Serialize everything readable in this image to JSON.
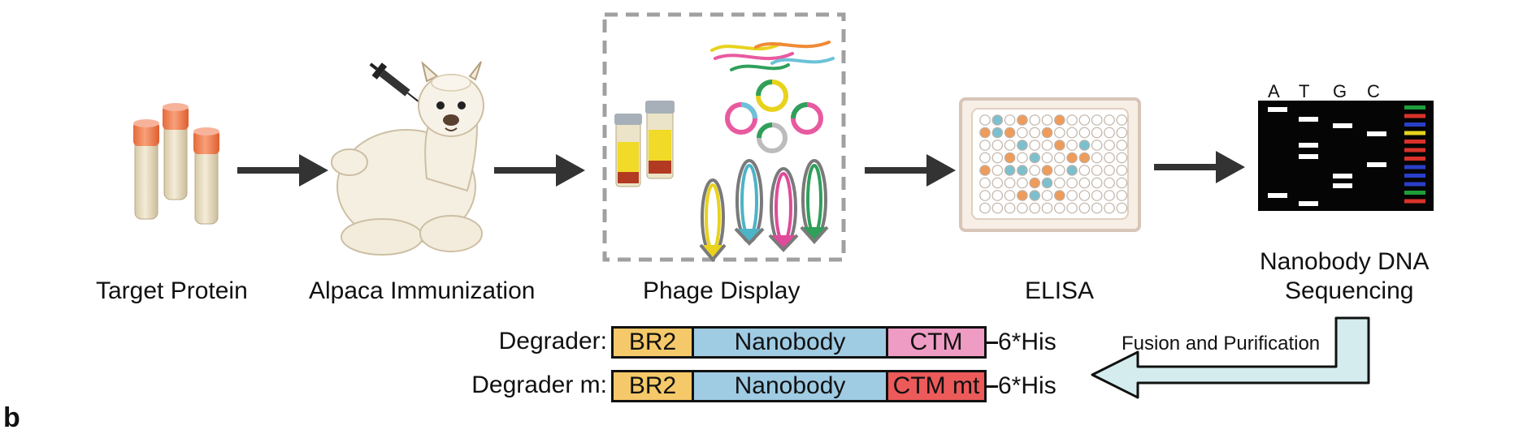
{
  "steps": [
    {
      "label": "Target Protein"
    },
    {
      "label": "Alpaca Immunization"
    },
    {
      "label": "Phage Display"
    },
    {
      "label": "ELISA"
    },
    {
      "label_line1": "Nanobody DNA",
      "label_line2": "Sequencing"
    }
  ],
  "gel": {
    "lane_labels": [
      "A",
      "T",
      "G",
      "C"
    ]
  },
  "constructs": [
    {
      "name": "Degrader:",
      "segments": [
        {
          "label": "BR2",
          "color": "#f5c96a"
        },
        {
          "label": "Nanobody",
          "color": "#9fcbe3"
        },
        {
          "label": "CTM",
          "color": "#ef9cc4"
        }
      ],
      "tag": "6*His"
    },
    {
      "name": "Degrader m:",
      "segments": [
        {
          "label": "BR2",
          "color": "#f5c96a"
        },
        {
          "label": "Nanobody",
          "color": "#9fcbe3"
        },
        {
          "label": "CTM mt",
          "color": "#ec5a5a"
        }
      ],
      "tag": "6*His"
    }
  ],
  "fusion_arrow": {
    "label": "Fusion and Purification",
    "fill": "#d4ecee"
  },
  "panel_letter": "b",
  "colors": {
    "arrow": "#333333",
    "tube_cap": "#ef7e4f",
    "tube_body": "#eee3c8",
    "elisa_orange": "#ee9c5c",
    "elisa_blue": "#7cc0cf",
    "dashed_box": "#a0a0a0"
  }
}
